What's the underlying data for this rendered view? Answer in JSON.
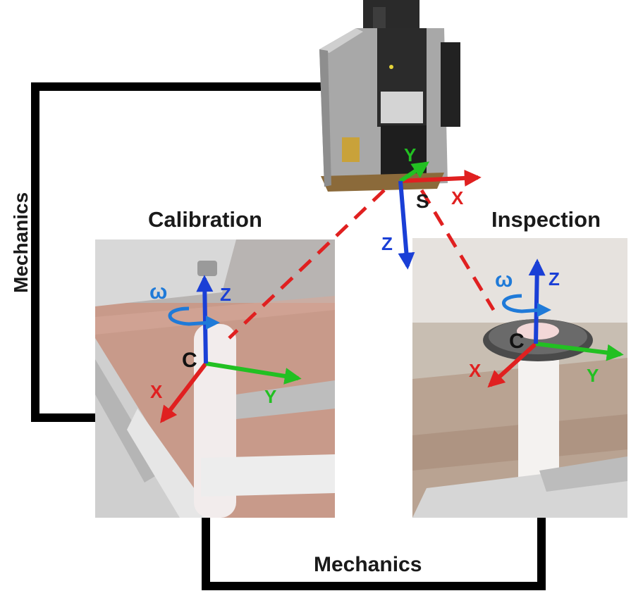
{
  "labels": {
    "mechanics_left": "Mechanics",
    "mechanics_bottom": "Mechanics",
    "calibration": "Calibration",
    "inspection": "Inspection"
  },
  "sensor_frame": {
    "origin": "S",
    "x": "X",
    "y": "Y",
    "z": "Z"
  },
  "calibration_frame": {
    "origin": "C",
    "x": "X",
    "y": "Y",
    "z": "Z",
    "rotation": "ω"
  },
  "inspection_frame": {
    "origin": "C",
    "x": "X",
    "y": "Y",
    "z": "Z",
    "rotation": "ω"
  },
  "colors": {
    "x_axis": "#e02020",
    "y_axis": "#22c022",
    "z_axis": "#1a3fd6",
    "rotation": "#1f7ad8",
    "laser_ray": "#e02020",
    "frame_line": "#000000"
  }
}
